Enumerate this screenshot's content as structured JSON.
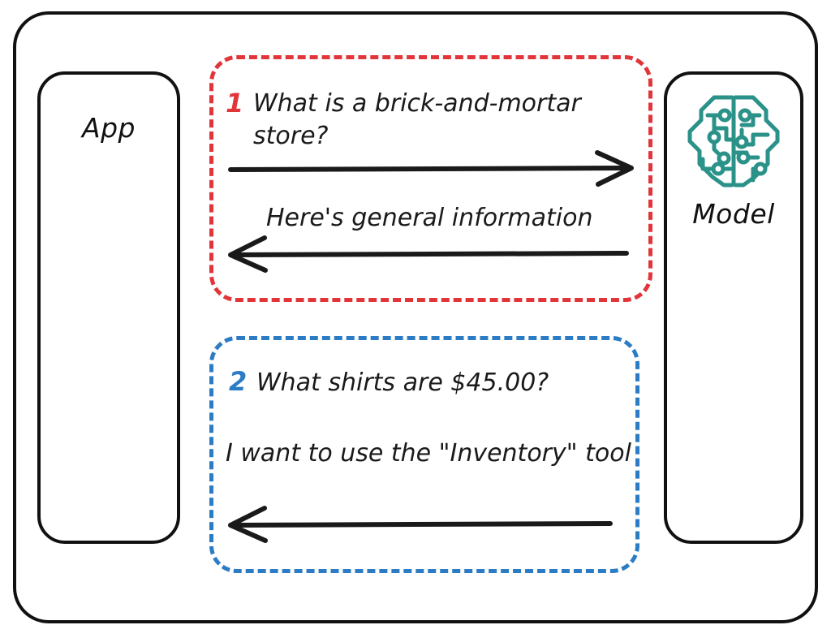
{
  "diagram": {
    "title": "App and Model tool-use exchange",
    "background": "#ffffff",
    "frame": {
      "name": "outer-frame",
      "stroke": "#111111"
    },
    "colors": {
      "ink": "#1a1a1a",
      "frame": "#111111",
      "step_one": "#e1353a",
      "step_two": "#2b7cc4",
      "model_icon": "#2a9289"
    }
  },
  "app": {
    "label": "App"
  },
  "model": {
    "label": "Model",
    "icon": "ai-brain-circuit-icon"
  },
  "exchanges": [
    {
      "number": "1",
      "color": "#e1353a",
      "request": "What is a brick-and-mortar store?",
      "request_arrow": {
        "direction": "right",
        "from": "app",
        "to": "model"
      },
      "response": "Here's general information",
      "response_arrow": {
        "direction": "left",
        "from": "model",
        "to": "app"
      }
    },
    {
      "number": "2",
      "color": "#2b7cc4",
      "request": "What shirts are $45.00?",
      "request_arrow": null,
      "response": "I want to use the \"Inventory\" tool",
      "response_arrow": {
        "direction": "left",
        "from": "model",
        "to": "app"
      }
    }
  ]
}
